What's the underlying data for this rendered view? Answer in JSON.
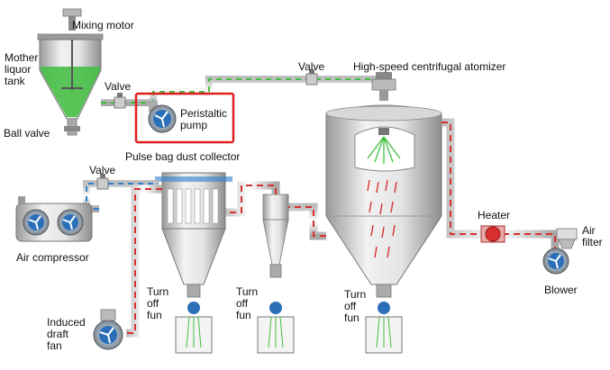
{
  "labels": {
    "mixing_motor": "Mixing motor",
    "mother_liquor_tank": "Mother\nliquor\ntank",
    "valve_top_left": "Valve",
    "ball_valve": "Ball valve",
    "peristaltic_pump": "Peristaltic\npump",
    "valve_top": "Valve",
    "atomizer": "High-speed centrifugal atomizer",
    "valve_left": "Valve",
    "pulse_bag_collector": "Pulse bag dust collector",
    "air_compressor": "Air compressor",
    "heater": "Heater",
    "air_filter": "Air\nfilter",
    "blower": "Blower",
    "turn_off_fun_1": "Turn\noff\nfun",
    "turn_off_fun_2": "Turn\noff\nfun",
    "turn_off_fun_3": "Turn\noff\nfun",
    "induced_draft_fan": "Induced\ndraft\nfan"
  },
  "colors": {
    "highlight_box": "#e02020",
    "hot_air": "#d83030",
    "liquid": "#3fbf3f",
    "compressed_air": "#2f7fd0",
    "metal_light": "#eeeeee",
    "metal_dark": "#9a9a9a",
    "fan_blue": "#2a6fb8"
  },
  "icons": [
    "fan-icon",
    "valve-icon",
    "spray-nozzle-icon",
    "filter-bag-icon"
  ]
}
